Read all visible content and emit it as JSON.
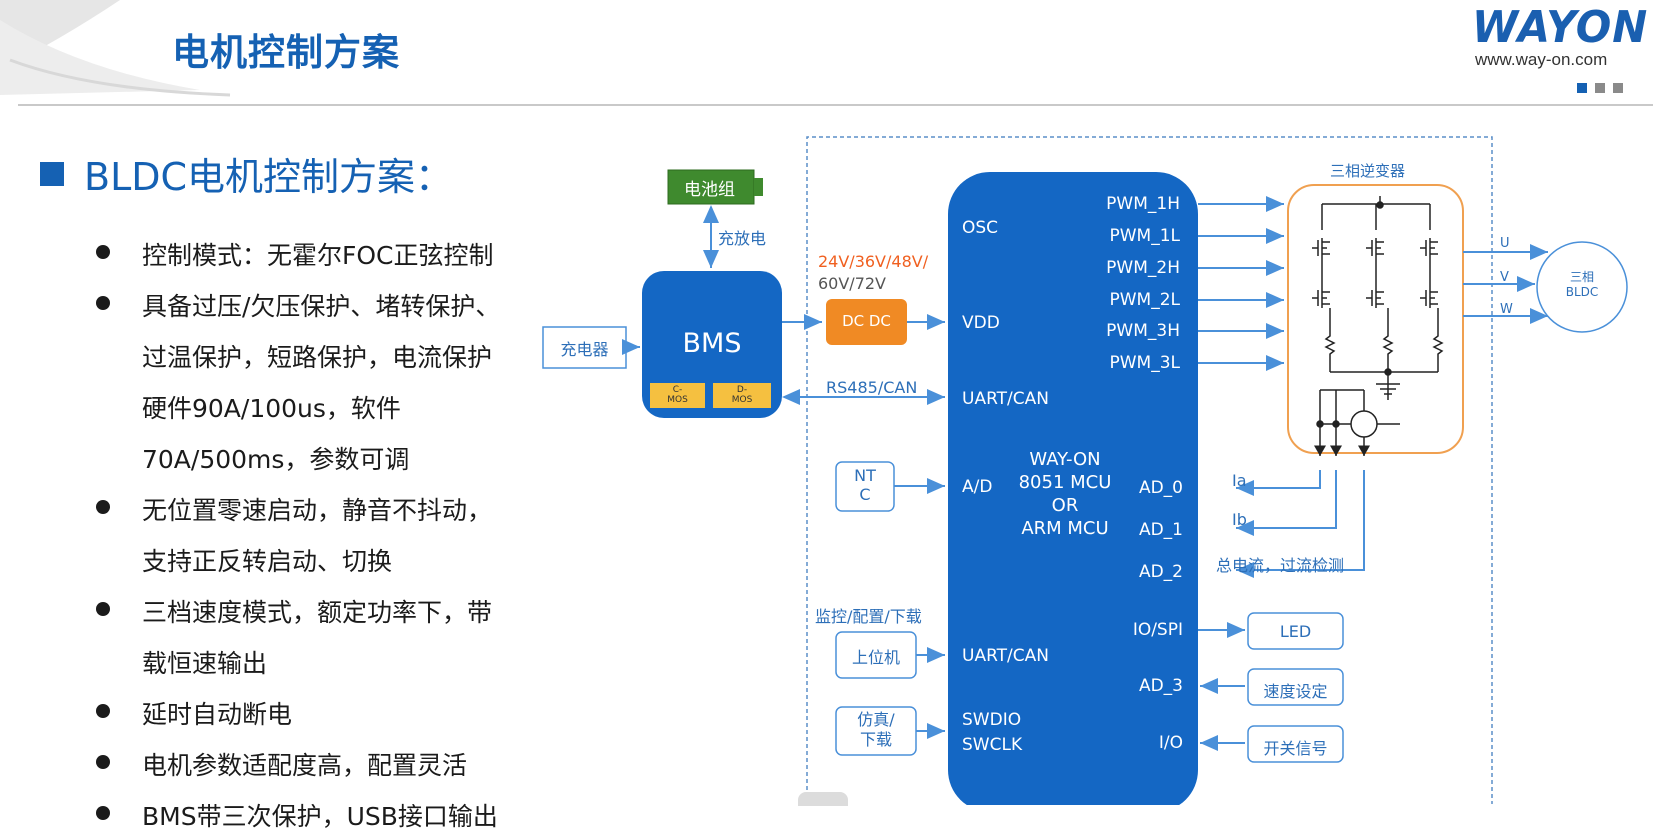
{
  "header": {
    "title": "电机控制方案",
    "logo_text": "WAYON",
    "logo_url": "www.way-on.com",
    "brand_color": "#1561b3",
    "dot_colors": [
      "#1561b3",
      "#8a8a8a",
      "#8a8a8a"
    ]
  },
  "section": {
    "heading": "BLDC电机控制方案：",
    "bullets": [
      [
        "控制模式：无霍尔FOC正弦控制"
      ],
      [
        "具备过压/欠压保护、堵转保护、",
        "过温保护，短路保护，电流保护",
        "硬件90A/100us，软件",
        "70A/500ms，参数可调"
      ],
      [
        "无位置零速启动，静音不抖动，",
        "支持正反转启动、切换"
      ],
      [
        "三档速度模式，额定功率下，带",
        "载恒速输出"
      ],
      [
        "延时自动断电"
      ],
      [
        "电机参数适配度高，配置灵活"
      ],
      [
        "BMS带三次保护，USB接口输出"
      ]
    ]
  },
  "diagram": {
    "battery": "电池组",
    "charge_discharge": "充放电",
    "charger": "充电器",
    "bms": "BMS",
    "c_mos": "C-\nMOS",
    "d_mos": "D-\nMOS",
    "voltage_line1": "24V/36V/48V/",
    "voltage_line2": "60V/72V",
    "dcdc": "DC DC",
    "rs485": "RS485/CAN",
    "ntc": "NT\nC",
    "monitor": "监控/配置/下载",
    "host": "上位机",
    "emulator": "仿真/\n下载",
    "mcu_name": "WAY-ON\n8051 MCU\nOR\nARM MCU",
    "mcu_left_pins": {
      "osc": "OSC",
      "vdd": "VDD",
      "uart1": "UART/CAN",
      "ad": "A/D",
      "uart2": "UART/CAN",
      "swdio": "SWDIO",
      "swclk": "SWCLK"
    },
    "mcu_right_pins": {
      "pwm1h": "PWM_1H",
      "pwm1l": "PWM_1L",
      "pwm2h": "PWM_2H",
      "pwm2l": "PWM_2L",
      "pwm3h": "PWM_3H",
      "pwm3l": "PWM_3L",
      "ad0": "AD_0",
      "ad1": "AD_1",
      "ad2": "AD_2",
      "iospi": "IO/SPI",
      "ad3": "AD_3",
      "io": "I/O"
    },
    "inverter": "三相逆变器",
    "phase_u": "U",
    "phase_v": "V",
    "phase_w": "W",
    "motor": "三相\nBLDC",
    "ia": "Ia",
    "ib": "Ib",
    "total_current": "总电流，过流检测",
    "led": "LED",
    "speed_set": "速度设定",
    "switch_signal": "开关信号",
    "colors": {
      "mcu_blue": "#1467c4",
      "orange": "#f08a24",
      "green": "#3f8a2e",
      "line_blue": "#4a90d9",
      "mos_yellow": "#f5c040"
    }
  }
}
